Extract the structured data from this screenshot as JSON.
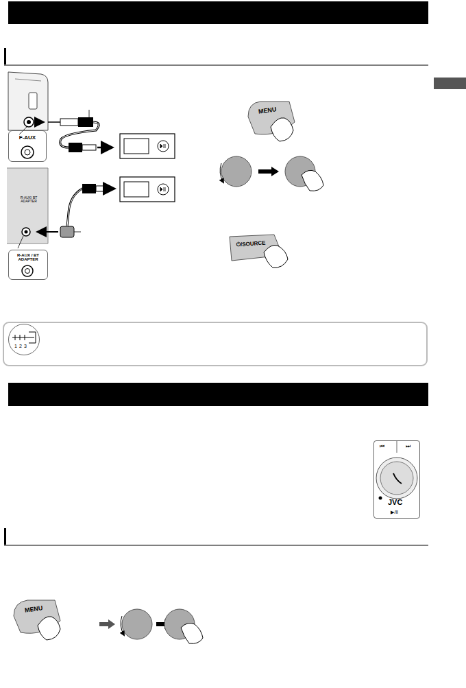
{
  "diagram": {
    "nodes": [
      {
        "text": [
          "F-AUX"
        ]
      },
      {
        "text": [
          "R-AUX / BT ADAPTER"
        ]
      },
      {
        "text": [
          "1",
          "2",
          "3"
        ]
      },
      {
        "text": [
          "⏮",
          "⏭",
          "JVC",
          "▶/II"
        ]
      }
    ],
    "labels": [
      "MENU",
      "⏻/SOURCE",
      "R-AUX/ BT ADAPTER",
      "MENU"
    ]
  }
}
